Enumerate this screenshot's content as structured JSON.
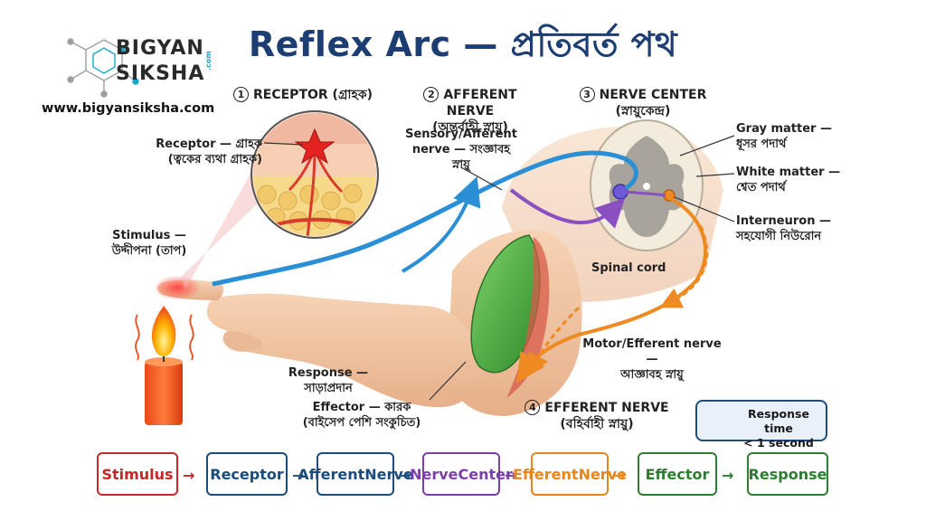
{
  "title": "Reflex Arc — প্রতিবর্ত পথ",
  "brand": {
    "line1": "BIGYAN",
    "line2": "SIKSHA",
    "tld": ".com",
    "website": "www.bigyansiksha.com"
  },
  "headings": {
    "receptor": {
      "num": "1",
      "text": "RECEPTOR (গ্রাহক)"
    },
    "afferent": {
      "num": "2",
      "text": "AFFERENT NERVE",
      "sub": "(অন্তর্বাহী স্নায়ু)"
    },
    "center": {
      "num": "3",
      "text": "NERVE CENTER",
      "sub": "(স্নায়ুকেন্দ্র)"
    },
    "efferent": {
      "num": "4",
      "text": "EFFERENT NERVE",
      "sub": "(বহির্বাহী স্নায়ু)"
    }
  },
  "labels": {
    "receptor_1": "Receptor — গ্রাহক",
    "receptor_2": "(ত্বকের ব্যথা গ্রাহক)",
    "stimulus_1": "Stimulus —",
    "stimulus_2": "উদ্দীপনা (তাপ)",
    "sensory_1": "Sensory/Afferent",
    "sensory_2": "nerve — সংজ্ঞাবহ",
    "sensory_3": "স্নায়ু",
    "gray_1": "Gray matter —",
    "gray_2": "ধূসর পদার্থ",
    "white_1": "White matter —",
    "white_2": "শ্বেত পদার্থ",
    "inter_1": "Interneuron —",
    "inter_2": "সহযোগী নিউরোন",
    "spinal": "Spinal cord",
    "motor_1": "Motor/Efferent nerve —",
    "motor_2": "আজ্ঞাবহ স্নায়ু",
    "response_1": "Response —",
    "response_2": "সাড়াপ্রদান",
    "effector_1": "Effector — কারক",
    "effector_2": "(বাইসেপ পেশি সংকুচিত)",
    "resp_time_1": "Response time",
    "resp_time_2": "< 1 second"
  },
  "flow": [
    {
      "l1": "Stimulus",
      "l2": "",
      "color": "#c62828"
    },
    {
      "l1": "Receptor",
      "l2": "",
      "color": "#1c4c7c"
    },
    {
      "l1": "Afferent",
      "l2": "Nerve",
      "color": "#1c4c7c"
    },
    {
      "l1": "Nerve",
      "l2": "Center",
      "color": "#7b3fa8"
    },
    {
      "l1": "Efferent",
      "l2": "Nerve",
      "color": "#e8861a"
    },
    {
      "l1": "Effector",
      "l2": "",
      "color": "#2e7d32"
    },
    {
      "l1": "Response",
      "l2": "",
      "color": "#2e7d32"
    }
  ],
  "colors": {
    "title": "#1c3e72",
    "sensory_nerve": "#2b8fd6",
    "interneuron": "#8a4fc0",
    "motor_nerve": "#ee8a22",
    "muscle": "#3f9a3a",
    "skin": "#f2c7a4",
    "flame": "#ff9800"
  },
  "icons": [
    "flame-icon",
    "stopwatch-icon",
    "hexagon-molecule-icon",
    "star-receptor-icon"
  ]
}
